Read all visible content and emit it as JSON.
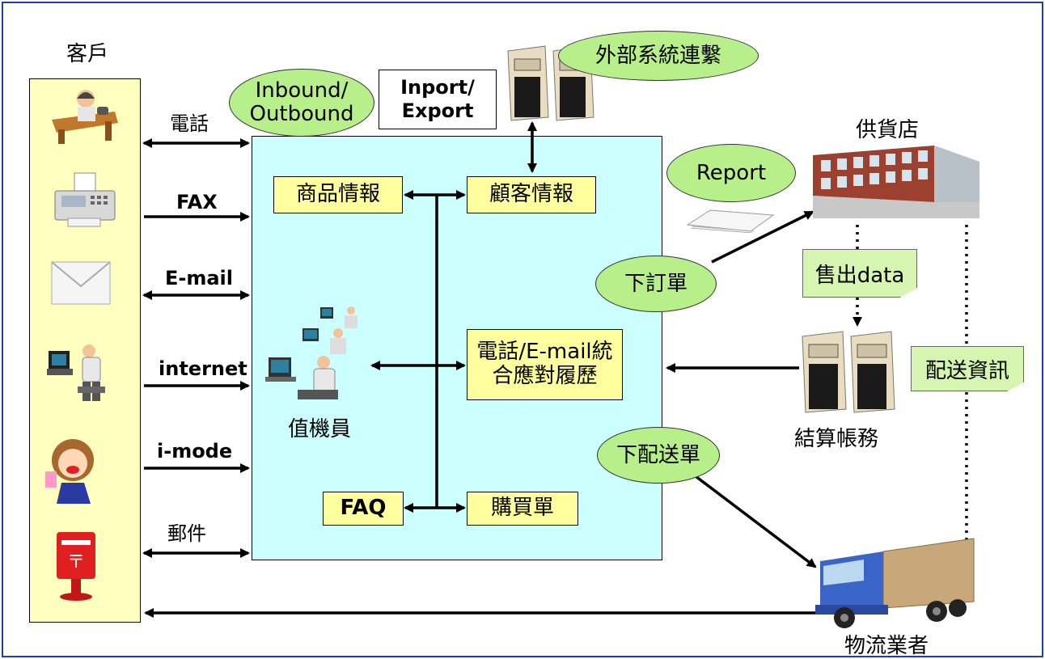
{
  "customer": {
    "title": "客戶",
    "icons": [
      "phone-operator-icon",
      "fax-machine-icon",
      "envelope-icon",
      "computer-user-icon",
      "mobile-girl-icon",
      "mailbox-icon"
    ]
  },
  "channels": {
    "phone": "電話",
    "fax": "FAX",
    "email": "E-mail",
    "internet": "internet",
    "imode": "i-mode",
    "mail": "郵件"
  },
  "inbound_outbound": "Inbound/\nOutbound",
  "import_export": "Inport/\nExport",
  "external": "外部系統連繫",
  "center": {
    "product_info": "商品情報",
    "customer_info": "顧客情報",
    "history": "電話/E-mail統\n合應對履歷",
    "faq": "FAQ",
    "purchase": "購買單",
    "operators": "值機員"
  },
  "supplier": "供貨店",
  "report": "Report",
  "place_order": "下訂單",
  "sales_data": "售出data",
  "accounting": "結算帳務",
  "delivery_order": "下配送單",
  "delivery_info": "配送資訊",
  "logistics": "物流業者",
  "colors": {
    "center_bg": "#ccffff",
    "panel_bg": "#ffffc0",
    "box_bg": "#ffffa0",
    "bubble": "#b7f08a",
    "frame": "#1f3fa8"
  }
}
